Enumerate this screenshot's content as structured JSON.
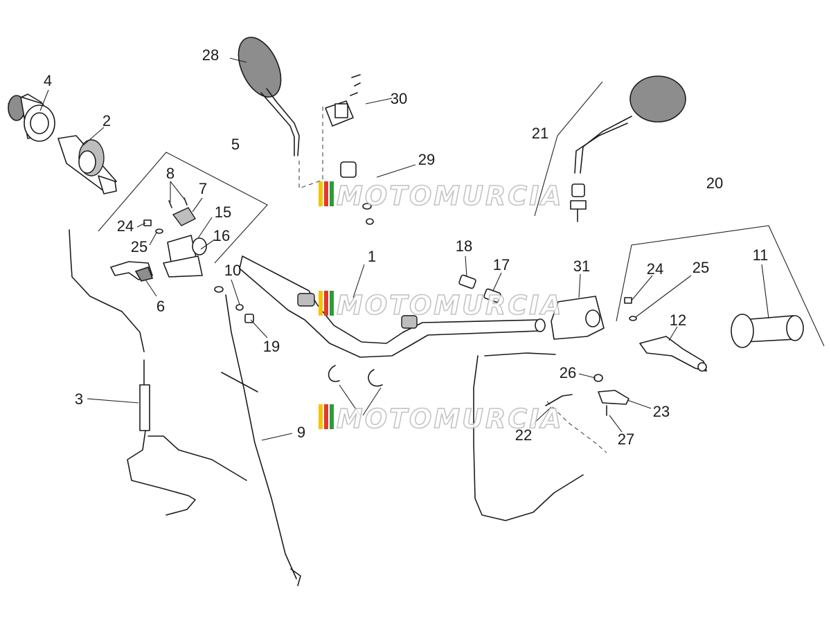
{
  "watermark": "MOTOMURCIA",
  "watermark_colors": [
    "#f5c400",
    "#e03a2f",
    "#2a9d3a"
  ],
  "callouts": [
    "1",
    "2",
    "3",
    "4",
    "5",
    "6",
    "7",
    "8",
    "9",
    "10",
    "11",
    "12",
    "15",
    "16",
    "17",
    "18",
    "19",
    "20",
    "21",
    "22",
    "23",
    "24",
    "24",
    "25",
    "25",
    "26",
    "27",
    "28",
    "29",
    "30",
    "31"
  ]
}
